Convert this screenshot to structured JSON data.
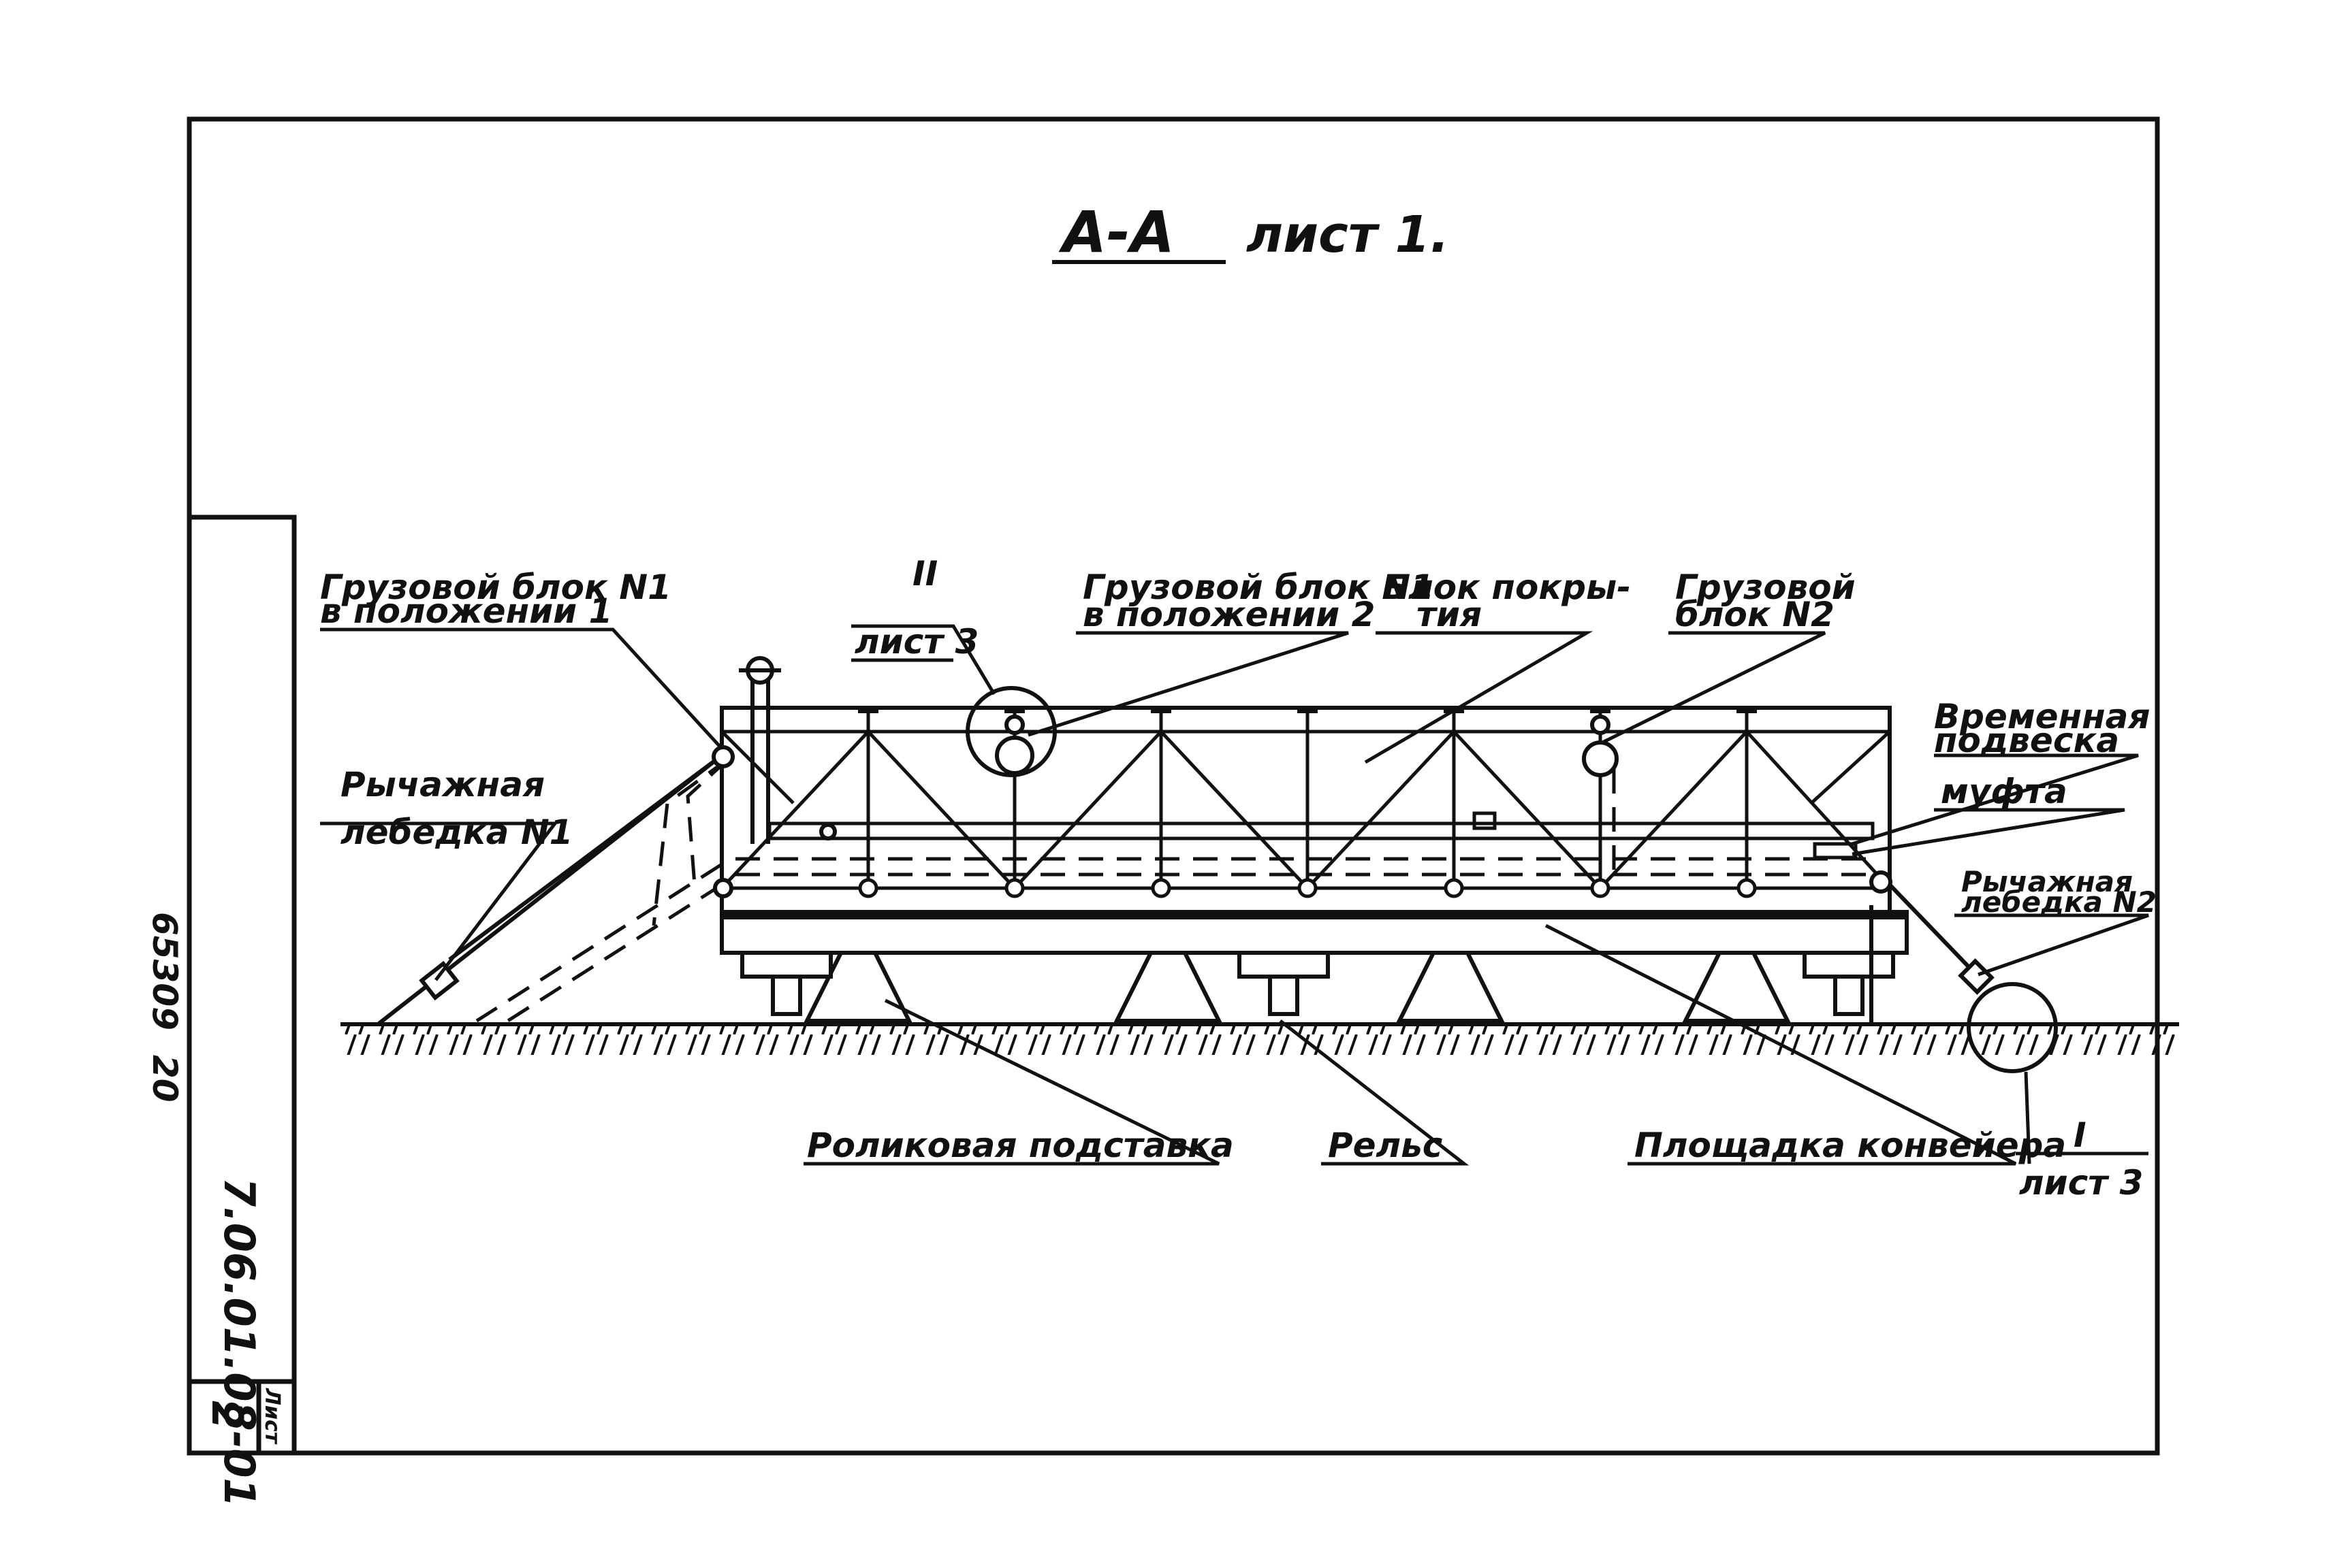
{
  "drawing": {
    "title_section": "А-А",
    "title_sheet": "лист 1."
  },
  "stamp": {
    "doc_code": "7.06.01.08-01",
    "inv_no": "65309",
    "page_label": "20",
    "sheet_label": "Лист",
    "sheet_no": "2"
  },
  "labels": {
    "cargo_block_1_line1": "Грузовой блок N1",
    "cargo_block_1_line2": "в положении 1",
    "lever_winch_1_line1": "Рычажная",
    "lever_winch_1_line2": "лебедка N1",
    "detail_ii_mark": "II",
    "detail_ii_sheet": "лист 3",
    "cargo_block_1_pos2_line1": "Грузовой блок N1",
    "cargo_block_1_pos2_line2": "в положении 2",
    "cover_block_line1": "Блок покры-",
    "cover_block_line2": "тия",
    "cargo_block_2_line1": "Грузовой",
    "cargo_block_2_line2": "блок N2",
    "temp_hanger_line1": "Временная",
    "temp_hanger_line2": "подвеска",
    "coupling": "муфта",
    "lever_winch_2_line1": "Рычажная",
    "lever_winch_2_line2": "лебедка N2",
    "roller_stand": "Роликовая подставка",
    "rail": "Рельс",
    "conveyor_platform": "Площадка конвейера",
    "detail_i_mark": "I",
    "detail_i_sheet": "лист 3"
  },
  "colors": {
    "ink": "#111111",
    "paper": "#ffffff"
  }
}
